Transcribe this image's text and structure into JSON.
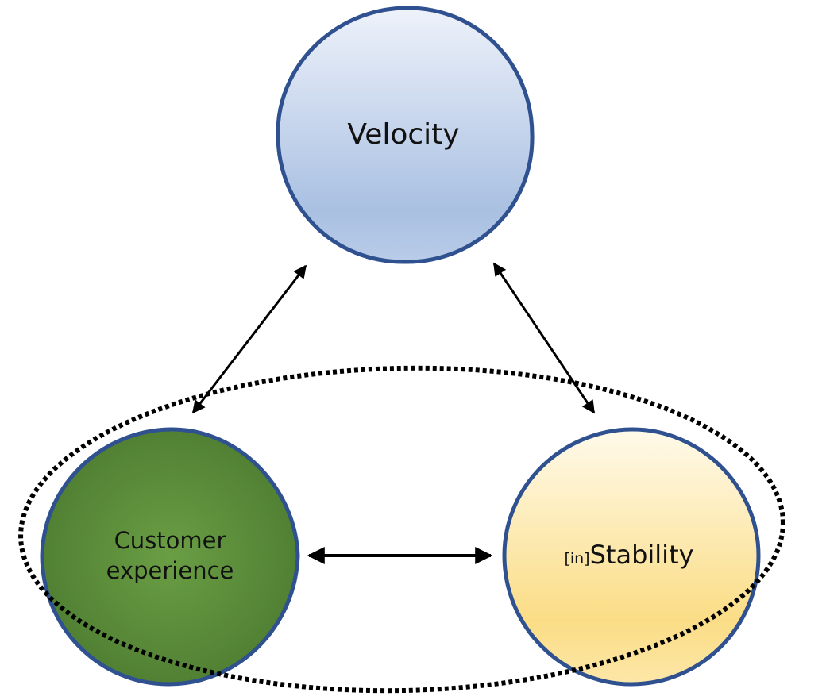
{
  "diagram": {
    "nodes": [
      {
        "id": "velocity",
        "label_lines": [
          "Velocity"
        ],
        "fill_top": "#eef2fa",
        "fill_bottom": "#a9c0e2",
        "stroke": "#2f5190"
      },
      {
        "id": "customer-experience",
        "label_lines": [
          "Customer",
          "experience"
        ],
        "fill_center": "#6a9e44",
        "fill_edge": "#4f7c32",
        "stroke": "#2f5190"
      },
      {
        "id": "stability",
        "label_prefix": "[in]",
        "label_main": "Stability",
        "fill_top": "#fffaea",
        "fill_bottom": "#fbdb82",
        "stroke": "#2f5190"
      }
    ],
    "edges": [
      {
        "from": "velocity",
        "to": "customer-experience",
        "bidirectional": true
      },
      {
        "from": "velocity",
        "to": "stability",
        "bidirectional": true
      },
      {
        "from": "customer-experience",
        "to": "stability",
        "bidirectional": true
      }
    ],
    "grouping": {
      "members": [
        "customer-experience",
        "stability"
      ],
      "style": "dotted"
    }
  }
}
